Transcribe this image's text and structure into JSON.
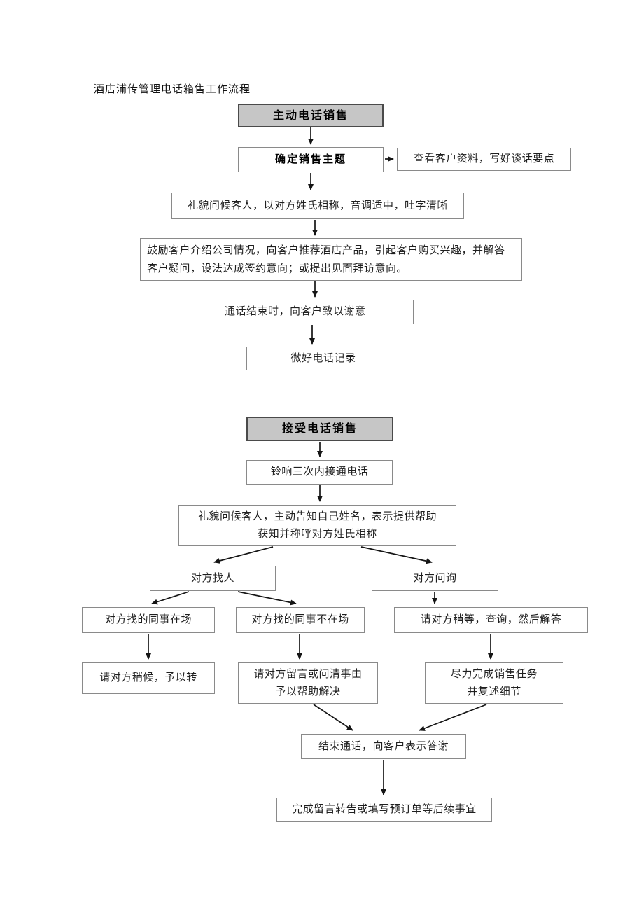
{
  "page": {
    "title": "酒店浦传管理电话箱售工作流程"
  },
  "colors": {
    "header_bg": "#c6c6c6",
    "header_border": "#4a4a4a",
    "box_border": "#8a8a8a",
    "arrow": "#151515",
    "text": "#1f1f1f"
  },
  "flow1": {
    "header": "主动电话销售",
    "topic": "确定销售主题",
    "review": "查看客户资料，写好谈话要点",
    "greet": "礼貌问候客人，以对方姓氏相称，音调适中，吐字清晰",
    "pitch": "鼓励客户介绍公司情况，向客户推荐酒店产品，引起客户购买兴趣，并解答\n客户疑问，设法达成签约意向；或提出见面拜访意向。",
    "thanks": "通话结束时，向客户致以谢意",
    "record": "微好电话记录"
  },
  "flow2": {
    "header": "接受电话销售",
    "ring": "铃响三次内接通电话",
    "greet": "礼貌问候客人，主动告知自己姓名，表示提供帮助\n获知并称呼对方姓氏相称",
    "branch_find": "对方找人",
    "branch_inquiry": "对方问询",
    "colleague_present": "对方找的同事在场",
    "colleague_absent": "对方找的同事不在场",
    "wait_query": "请对方稍等，查询，然后解答",
    "transfer": "请对方稍候，予以转",
    "leave_message": "请对方留言或问清事由\n予以帮助解决",
    "complete_task": "尽力完成销售任务\n并复述细节",
    "end_call": "结束通话，向客户表示答谢",
    "followup": "完成留言转告或填写预订单等后续事宜"
  }
}
